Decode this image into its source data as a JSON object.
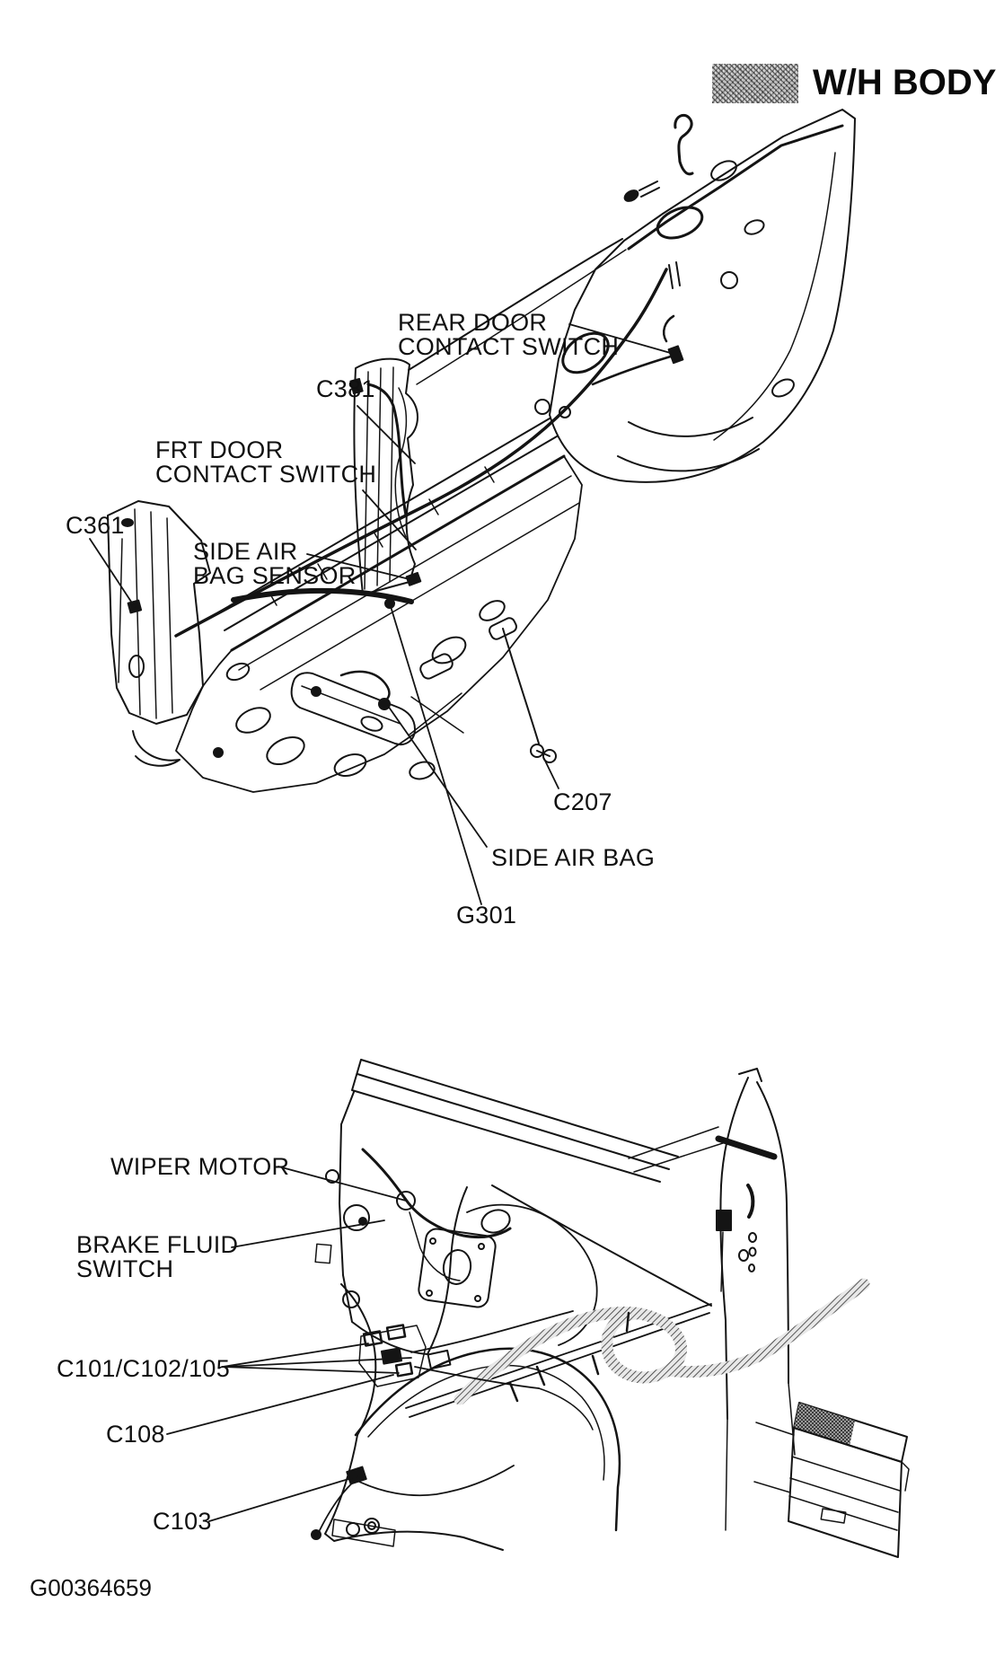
{
  "header": {
    "badge_label": "W/H BODY"
  },
  "figure_id": "G00364659",
  "colors": {
    "ink": "#141414",
    "swatch_gray": "#c2c2c2",
    "background": "#ffffff"
  },
  "top_diagram": {
    "name": "body side sill and pillars wiring view",
    "labels": {
      "rear_door": {
        "text": "REAR DOOR\nCONTACT SWITCH"
      },
      "c381": {
        "text": "C381"
      },
      "frt_door": {
        "text": "FRT DOOR\nCONTACT SWITCH"
      },
      "c361": {
        "text": "C361"
      },
      "side_air_bag_sensor": {
        "text": "SIDE AIR\nBAG SENSOR"
      },
      "c207": {
        "text": "C207"
      },
      "side_air_bag": {
        "text": "SIDE AIR BAG"
      },
      "g301": {
        "text": "G301"
      }
    }
  },
  "bottom_diagram": {
    "name": "front fender and cowl wiring view",
    "labels": {
      "wiper_motor": {
        "text": "WIPER MOTOR"
      },
      "brake_fluid_switch": {
        "text": "BRAKE FLUID\nSWITCH"
      },
      "c101_c102_105": {
        "text": "C101/C102/105"
      },
      "c108": {
        "text": "C108"
      },
      "c103": {
        "text": "C103"
      }
    }
  }
}
